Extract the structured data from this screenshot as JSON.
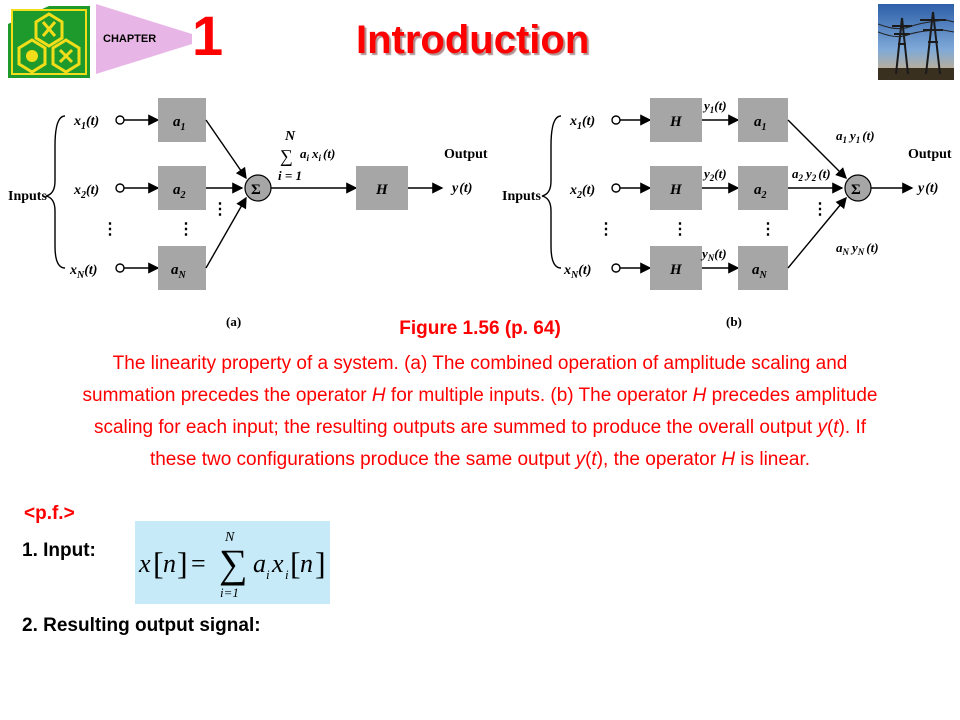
{
  "header": {
    "chapter_word": "CHAPTER",
    "chapter_number": "1",
    "title": "Introduction"
  },
  "diagram_a": {
    "inputs_label": "Inputs",
    "output_label": "Output",
    "panel_label": "(a)",
    "x1": "x",
    "x1_sub": "1",
    "x2": "x",
    "x2_sub": "2",
    "xN": "x",
    "xN_sub": "N",
    "arg": "(t)",
    "a1": "a",
    "a1_sub": "1",
    "a2": "a",
    "a2_sub": "2",
    "aN": "a",
    "aN_sub": "N",
    "sigma": "Σ",
    "H": "H",
    "y": "y",
    "sum_upper": "N",
    "sum_lower": "i = 1",
    "sum_term": "a",
    "sum_term_sub": "i",
    "sum_term_x": "x",
    "sum_term_x_sub": "i",
    "dots": "⋮"
  },
  "diagram_b": {
    "inputs_label": "Inputs",
    "output_label": "Output",
    "panel_label": "(b)",
    "H": "H",
    "sigma": "Σ",
    "y1": "y",
    "y1_sub": "1",
    "y2": "y",
    "y2_sub": "2",
    "yN": "y",
    "yN_sub": "N",
    "a1y1": "a",
    "a1y1_a_sub": "1",
    "a1y1_y": "y",
    "a1y1_y_sub": "1",
    "a2y2": "a",
    "a2y2_a_sub": "2",
    "a2y2_y": "y",
    "a2y2_y_sub": "2",
    "aNyN": "a",
    "aNyN_a_sub": "N",
    "aNyN_y": "y",
    "aNyN_y_sub": "N"
  },
  "caption": {
    "title": "Figure 1.56  (p. 64)",
    "body": [
      {
        "t": "The linearity property of a system. (a) The combined operation of amplitude scaling and summation precedes the operator ",
        "i": false
      },
      {
        "t": "H",
        "i": true
      },
      {
        "t": " for multiple inputs. (b) The operator ",
        "i": false
      },
      {
        "t": "H",
        "i": true
      },
      {
        "t": " precedes amplitude scaling for each input; the resulting outputs are summed to produce the overall output ",
        "i": false
      },
      {
        "t": "y",
        "i": true
      },
      {
        "t": "(",
        "i": false
      },
      {
        "t": "t",
        "i": true
      },
      {
        "t": ").  If these two configurations produce the same output ",
        "i": false
      },
      {
        "t": "y",
        "i": true
      },
      {
        "t": "(",
        "i": false
      },
      {
        "t": "t",
        "i": true
      },
      {
        "t": "), the operator ",
        "i": false
      },
      {
        "t": "H",
        "i": true
      },
      {
        "t": " is linear.",
        "i": false
      }
    ]
  },
  "notes": {
    "pf_link": "<p.f.>",
    "item1": "1. Input:",
    "item2": "2. Resulting output signal:"
  },
  "formula": {
    "lhs": "x",
    "lhs_arg": "n",
    "eq": "=",
    "sum": "∑",
    "upper": "N",
    "lower": "i=1",
    "coef": "a",
    "coef_sub": "i",
    "term": "x",
    "term_sub": "i",
    "term_arg": "n"
  },
  "colors": {
    "accent": "#ff0000",
    "block": "#a6a6a6",
    "formula_bg": "#c6eaf8",
    "logo_green": "#1e9a2c",
    "logo_yellow": "#f2dd1a"
  }
}
